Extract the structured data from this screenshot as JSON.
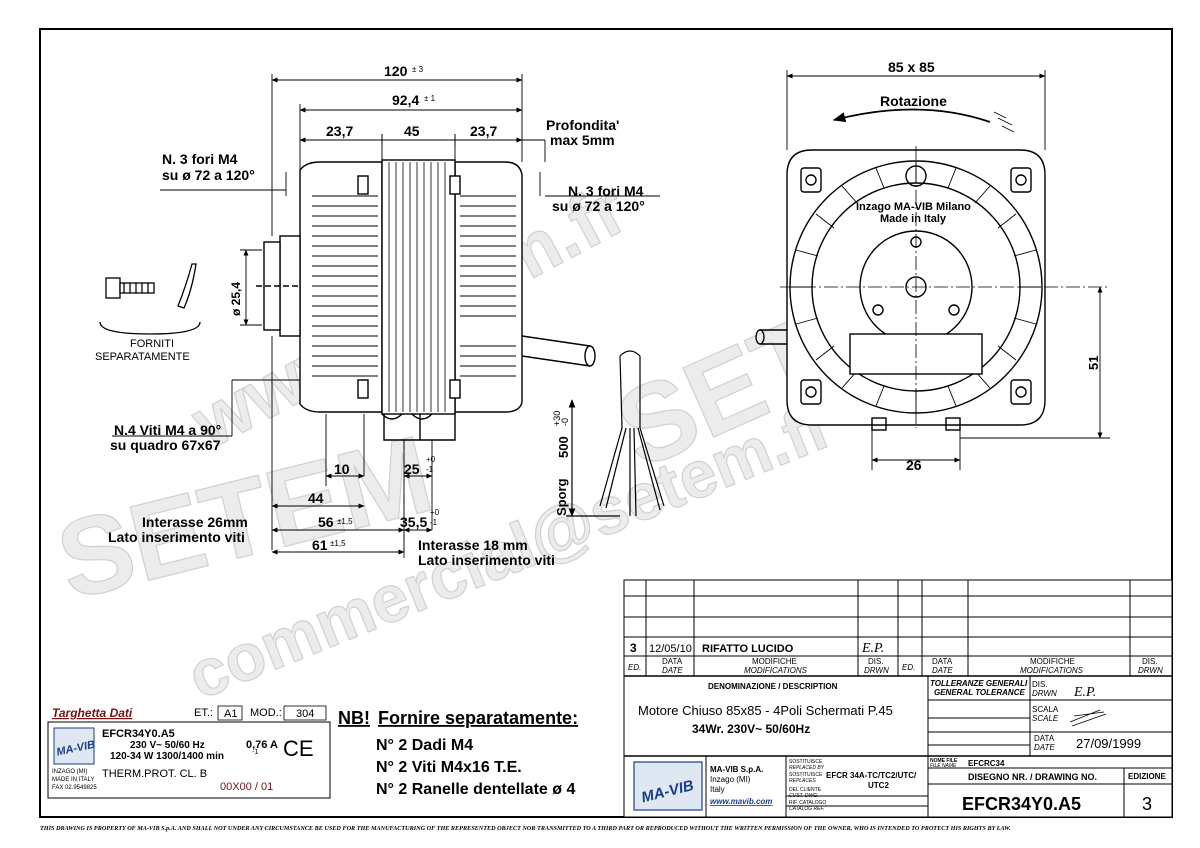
{
  "dimensions": {
    "overall_length": "120",
    "overall_tol": "± 3",
    "body_length": "92,4",
    "body_tol": "± 1",
    "seg_left": "23,7",
    "seg_mid": "45",
    "seg_right": "23,7",
    "depth_label_1": "Profondita'",
    "depth_label_2": "max 5mm",
    "holes_left_1": "N. 3 fori M4",
    "holes_left_2": "su ø 72 a 120°",
    "holes_right_1": "N. 3 fori M4",
    "holes_right_2": "su ø 72 a 120°",
    "shaft_dia": "ø 25,4",
    "supplied_1": "FORNITI",
    "supplied_2": "SEPARATAMENTE",
    "screws_1": "N.4 Viti M4 a 90°",
    "screws_2": "su quadro 67x67",
    "d10": "10",
    "d25": "25",
    "d25_tol_up": "+0",
    "d25_tol_dn": "-1",
    "d44": "44",
    "d56": "56",
    "d56_tol": "±1,5",
    "d355": "35,5",
    "d355_tol_up": "+0",
    "d355_tol_dn": "-1",
    "d61": "61",
    "d61_tol": "±1,5",
    "interasse_26_1": "Interasse 26mm",
    "interasse_26_2": "Lato inserimento viti",
    "interasse_18_1": "Interasse 18 mm",
    "interasse_18_2": "Lato inserimento viti",
    "cable_len": "500",
    "cable_tol_up": "+30",
    "cable_tol_dn": "-0",
    "sporg": "Sporg",
    "square": "85 x 85",
    "rotation": "Rotazione",
    "maker_1": "Inzago MA-VIB Milano",
    "maker_2": "Made in Italy",
    "d51": "51",
    "d26": "26"
  },
  "revision_table": {
    "rev_no": "3",
    "rev_date": "12/05/10",
    "rev_text": "RIFATTO LUCIDO",
    "rev_sign": "E.P.",
    "hdr_ed": "ED.",
    "hdr_data_1": "DATA",
    "hdr_data_2": "DATE",
    "hdr_mod_1": "MODIFICHE",
    "hdr_mod_2": "MODIFICATIONS",
    "hdr_dis_1": "DIS.",
    "hdr_dis_2": "DRWN"
  },
  "title_block": {
    "denominazione": "DENOMINAZIONE / DESCRIPTION",
    "desc_1": "Motore Chiuso 85x85 - 4Poli Schermati  P.45",
    "desc_2": "34Wr.    230V~  50/60Hz",
    "tolerance_1": "TOLLERANZE GENERALI",
    "tolerance_2": "GENERAL TOLERANCE",
    "dis_1": "DIS.",
    "dis_2": "DRWN",
    "drawn_by": "E.P.",
    "scala_1": "SCALA",
    "scala_2": "SCALE",
    "data_1": "DATA",
    "data_2": "DATE",
    "date": "27/09/1999",
    "company_1": "MA-VIB S.p.A.",
    "company_2": "Inzago (MI)",
    "company_3": "Italy",
    "company_url": "www.mavib.com",
    "logo": "MA-VIB",
    "sost_1": "SOSTITUISCE",
    "sost_2": "REPLACED BY",
    "sost_3": "SOSTITUISCE",
    "sost_4": "REPLACES",
    "sost_5": "DEL CLIENTE",
    "sost_6": "CUST. DWG.",
    "sost_7": "RIF. CATALOGO",
    "sost_8": "CATALOG REF.",
    "replaces": "EFCR 34A-TC/TC2/UTC/",
    "replaces_2": "UTC2",
    "file_label_1": "NOME FILE",
    "file_label_2": "FILE NAME",
    "file_name": "EFCRC34",
    "drawing_no_label": "DISEGNO NR. / DRAWING NO.",
    "drawing_no": "EFCR34Y0.A5",
    "edition_label": "EDIZIONE",
    "edition": "3"
  },
  "nameplate": {
    "title": "Targhetta Dati",
    "et_label": "ET.:",
    "et_value": "A1",
    "mod_label": "MOD.:",
    "mod_value": "304",
    "model": "EFCR34Y0.A5",
    "line_1": "230 V~  50/60 Hz",
    "current": "0,76 A",
    "line_2": "120-34 W    1300/1400 min",
    "line_2_exp": "-1",
    "therm": "THERM.PROT. CL. B",
    "code": "00X00 / 01",
    "maker_small_1": "INZAGO (MI)",
    "maker_small_2": "MADE IN ITALY",
    "maker_small_3": "FAX 02.9549825",
    "logo": "MA-VIB",
    "ce": "CE"
  },
  "note": {
    "nb": "NB!",
    "heading": "Fornire separatamente:",
    "items": [
      "N° 2 Dadi M4",
      "N° 2 Viti M4x16 T.E.",
      "N° 2 Ranelle dentellate ø 4"
    ]
  },
  "footer": "THIS DRAWING IS PROPERTY OF MA-VIB S.p.A. AND SHALL NOT UNDER ANY CIRCUMSTANCE BE USED FOR THE MANUFACTURING OF THE REPRESENTED OBJECT NOR TRANSMITTED TO A THIRD PART OR REPRODUCED WITHOUT THE WRITTEN PERMISSION OF THE OWNER, WHO IS INTENDED TO PROTECT HIS RIGHTS BY LAW.",
  "watermarks": {
    "w1": "www.setem.fr",
    "w2": "SETEM",
    "w3": "SETEM",
    "w4": "commercial@setem.fr"
  }
}
